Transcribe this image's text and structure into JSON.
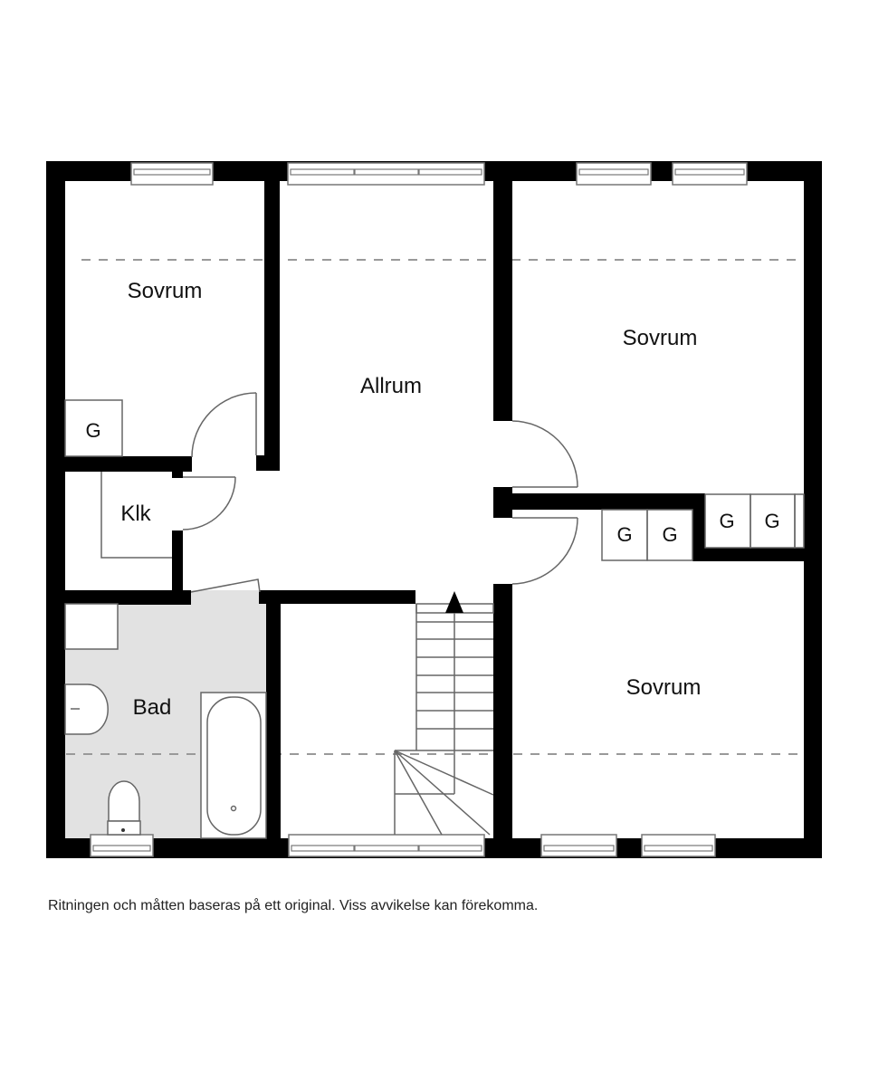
{
  "floorplan": {
    "rooms": {
      "sovrum_top_left": "Sovrum",
      "allrum": "Allrum",
      "sovrum_top_right": "Sovrum",
      "klk": "Klk",
      "bad": "Bad",
      "sovrum_bottom_right": "Sovrum"
    },
    "closets": {
      "g_label": "G",
      "top_left": "G",
      "mid_1": "G",
      "mid_2": "G",
      "right_1": "G",
      "right_2": "G"
    },
    "colors": {
      "wall": "#000000",
      "bathroom_floor": "#e2e2e2",
      "slope_line": "#999999",
      "fixture_line": "#666666"
    }
  },
  "footer": {
    "disclaimer": "Ritningen och måtten baseras på ett original. Viss avvikelse kan förekomma."
  }
}
